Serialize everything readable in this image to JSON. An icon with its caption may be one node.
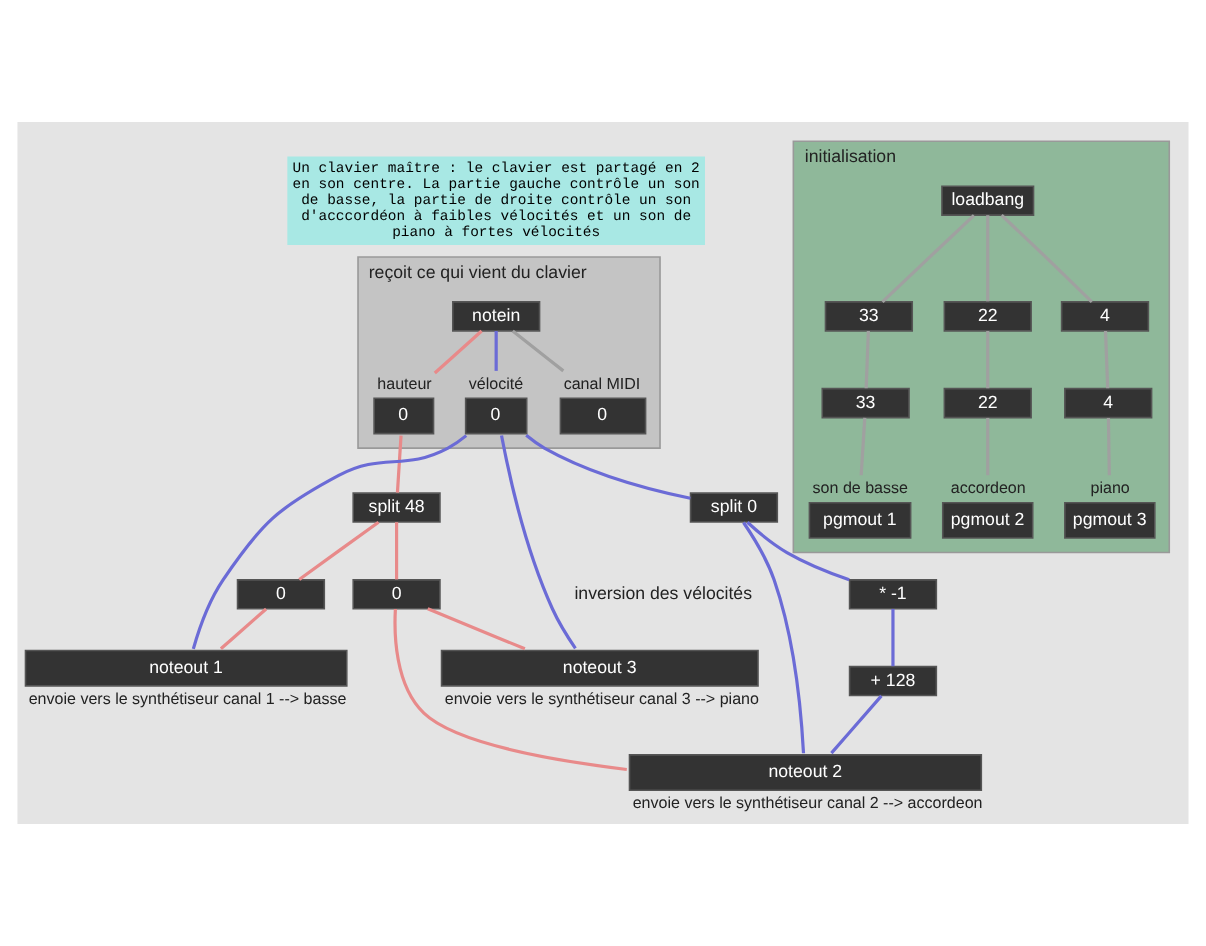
{
  "diagram": {
    "nodes": [
      {
        "text": [
          "reçoit ce qui vient du clavier"
        ]
      },
      {
        "text": [
          "notein"
        ],
        "in": 0
      },
      {
        "text": [
          "0"
        ],
        "in": 0,
        "beside": [
          "hauteur"
        ]
      },
      {
        "text": [
          "0"
        ],
        "in": 0,
        "beside": [
          "vélocité"
        ]
      },
      {
        "text": [
          "0"
        ],
        "in": 0,
        "beside": [
          "canal MIDI"
        ]
      },
      {
        "text": [
          "initialisation"
        ]
      },
      {
        "text": [
          "loadbang"
        ],
        "in": 5
      },
      {
        "text": [
          "33"
        ],
        "in": 5
      },
      {
        "text": [
          "22"
        ],
        "in": 5
      },
      {
        "text": [
          "4"
        ],
        "in": 5
      },
      {
        "text": [
          "33"
        ],
        "in": 5
      },
      {
        "text": [
          "22"
        ],
        "in": 5
      },
      {
        "text": [
          "4"
        ],
        "in": 5
      },
      {
        "text": [
          "pgmout 1"
        ],
        "in": 5,
        "beside": [
          "son de basse"
        ]
      },
      {
        "text": [
          "pgmout 2"
        ],
        "in": 5,
        "beside": [
          "accordeon"
        ]
      },
      {
        "text": [
          "pgmout 3"
        ],
        "in": 5,
        "beside": [
          "piano"
        ]
      },
      {
        "text": [
          "split 48"
        ]
      },
      {
        "text": [
          "0"
        ]
      },
      {
        "text": [
          "0"
        ]
      },
      {
        "text": [
          "split 0"
        ]
      },
      {
        "text": [
          "* -1"
        ]
      },
      {
        "text": [
          "+ 128"
        ]
      },
      {
        "text": [
          "noteout 1"
        ],
        "beside": [
          "envoie vers le synthétiseur canal 1 --> basse"
        ]
      },
      {
        "text": [
          "noteout 2"
        ],
        "beside": [
          "envoie vers le synthétiseur canal 2 --> accordeon"
        ]
      },
      {
        "text": [
          "noteout 3"
        ],
        "beside": [
          "envoie vers le synthétiseur canal 3 --> piano"
        ]
      }
    ],
    "edges": [
      {
        "from": 1,
        "to": 2,
        "arrow": "none",
        "color": "#e88a8a"
      },
      {
        "from": 1,
        "to": 3,
        "arrow": "none",
        "color": "#6b6bd6"
      },
      {
        "from": 1,
        "to": 4,
        "arrow": "none"
      },
      {
        "from": 6,
        "to": 7,
        "arrow": "none"
      },
      {
        "from": 6,
        "to": 8,
        "arrow": "none"
      },
      {
        "from": 6,
        "to": 9,
        "arrow": "none"
      },
      {
        "from": 7,
        "to": 10,
        "arrow": "none"
      },
      {
        "from": 8,
        "to": 11,
        "arrow": "none"
      },
      {
        "from": 9,
        "to": 12,
        "arrow": "none"
      },
      {
        "from": 10,
        "to": 13,
        "arrow": "none"
      },
      {
        "from": 11,
        "to": 14,
        "arrow": "none"
      },
      {
        "from": 12,
        "to": 15,
        "arrow": "none"
      },
      {
        "from": 2,
        "to": 16,
        "arrow": "none",
        "color": "#e88a8a"
      },
      {
        "from": 3,
        "to": 22,
        "arrow": "none",
        "color": "#6b6bd6"
      },
      {
        "from": 3,
        "to": 19,
        "arrow": "none",
        "color": "#6b6bd6"
      },
      {
        "from": 3,
        "to": 24,
        "arrow": "none",
        "color": "#6b6bd6"
      },
      {
        "from": 16,
        "to": 17,
        "arrow": "none",
        "color": "#e88a8a"
      },
      {
        "from": 16,
        "to": 18,
        "arrow": "none",
        "color": "#e88a8a"
      },
      {
        "from": 17,
        "to": 22,
        "arrow": "none",
        "color": "#e88a8a"
      },
      {
        "from": 18,
        "to": 23,
        "arrow": "none",
        "color": "#e88a8a"
      },
      {
        "from": 18,
        "to": 24,
        "arrow": "none",
        "color": "#e88a8a"
      },
      {
        "from": 19,
        "to": 23,
        "arrow": "none",
        "color": "#6b6bd6"
      },
      {
        "from": 19,
        "to": 20,
        "arrow": "none",
        "color": "#6b6bd6"
      },
      {
        "from": 20,
        "to": 21,
        "arrow": "none",
        "color": "#6b6bd6"
      },
      {
        "from": 21,
        "to": 23,
        "arrow": "none",
        "color": "#6b6bd6"
      }
    ],
    "labels": [
      "Un clavier maître : le clavier est partagé en 2 en son centre. La partie gauche contrôle un son de basse, la partie de droite contrôle un son d'acccordéon à faibles vélocités et un son de piano à fortes vélocités",
      "inversion des vélocités"
    ]
  }
}
